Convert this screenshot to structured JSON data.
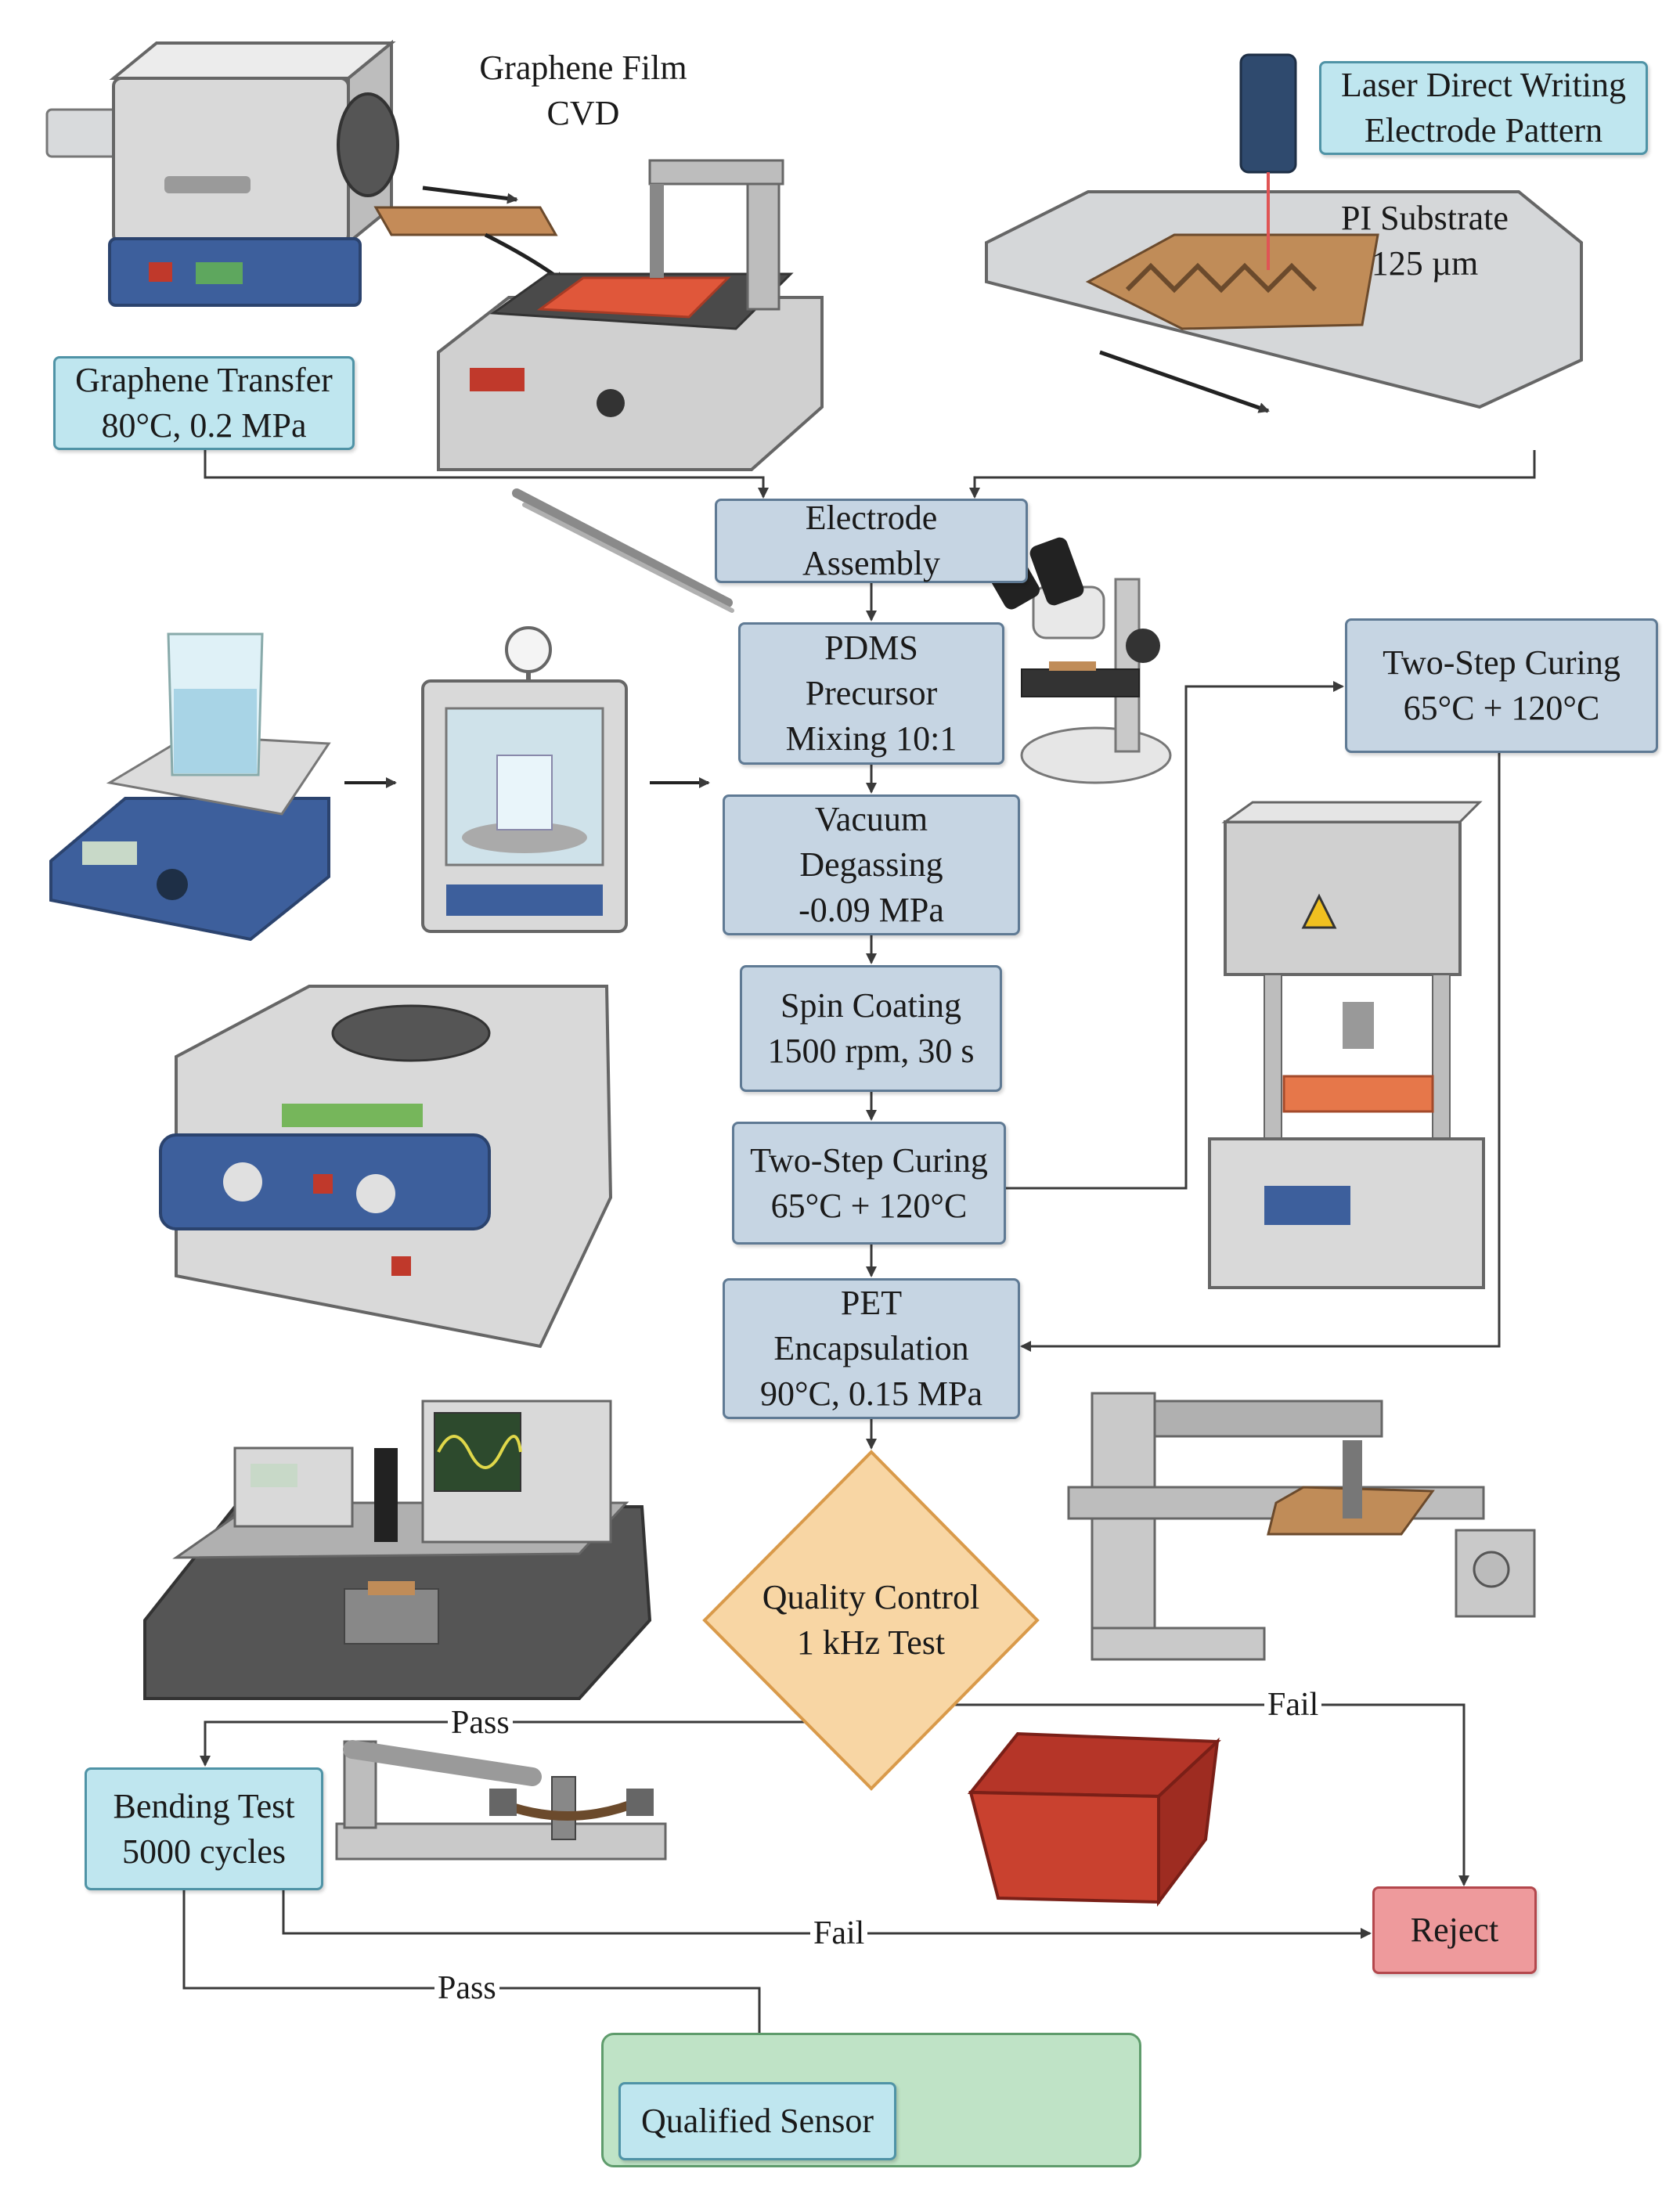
{
  "labels": {
    "graphene_film": "Graphene Film\nCVD",
    "pi_substrate": "PI Substrate\n125 µm"
  },
  "nodes": {
    "laser_writing": "Laser Direct Writing\nElectrode Pattern",
    "graphene_transfer": "Graphene Transfer\n80°C, 0.2 MPa",
    "electrode_assembly": "Electrode\nAssembly",
    "pdms_mixing": "PDMS\nPrecursor\nMixing 10:1",
    "vacuum_degassing": "Vacuum\nDegassing\n-0.09 MPa",
    "spin_coating": "Spin Coating\n1500 rpm, 30 s",
    "two_step_curing": "Two-Step Curing\n65°C + 120°C",
    "two_step_curing_side": "Two-Step Curing\n65°C + 120°C",
    "pet_encapsulation": "PET\nEncapsulation\n90°C, 0.15 MPa",
    "quality_control": "Quality Control\n1 kHz Test",
    "bending_test": "Bending Test\n5000 cycles",
    "reject": "Reject",
    "qualified_sensor": "Qualified Sensor"
  },
  "edges": {
    "qc_pass": "Pass",
    "qc_fail": "Fail",
    "bend_fail": "Fail",
    "bend_pass": "Pass"
  },
  "colors": {
    "process_fill": "#c6d5e3",
    "process_border": "#5f7a94",
    "input_fill": "#bfe6ef",
    "decision_fill": "#f8d6a4",
    "decision_border": "#d99a4a",
    "reject_fill": "#ee9a9c",
    "qualified_panel": "#bfe3c6",
    "line": "#3a3a3a"
  }
}
